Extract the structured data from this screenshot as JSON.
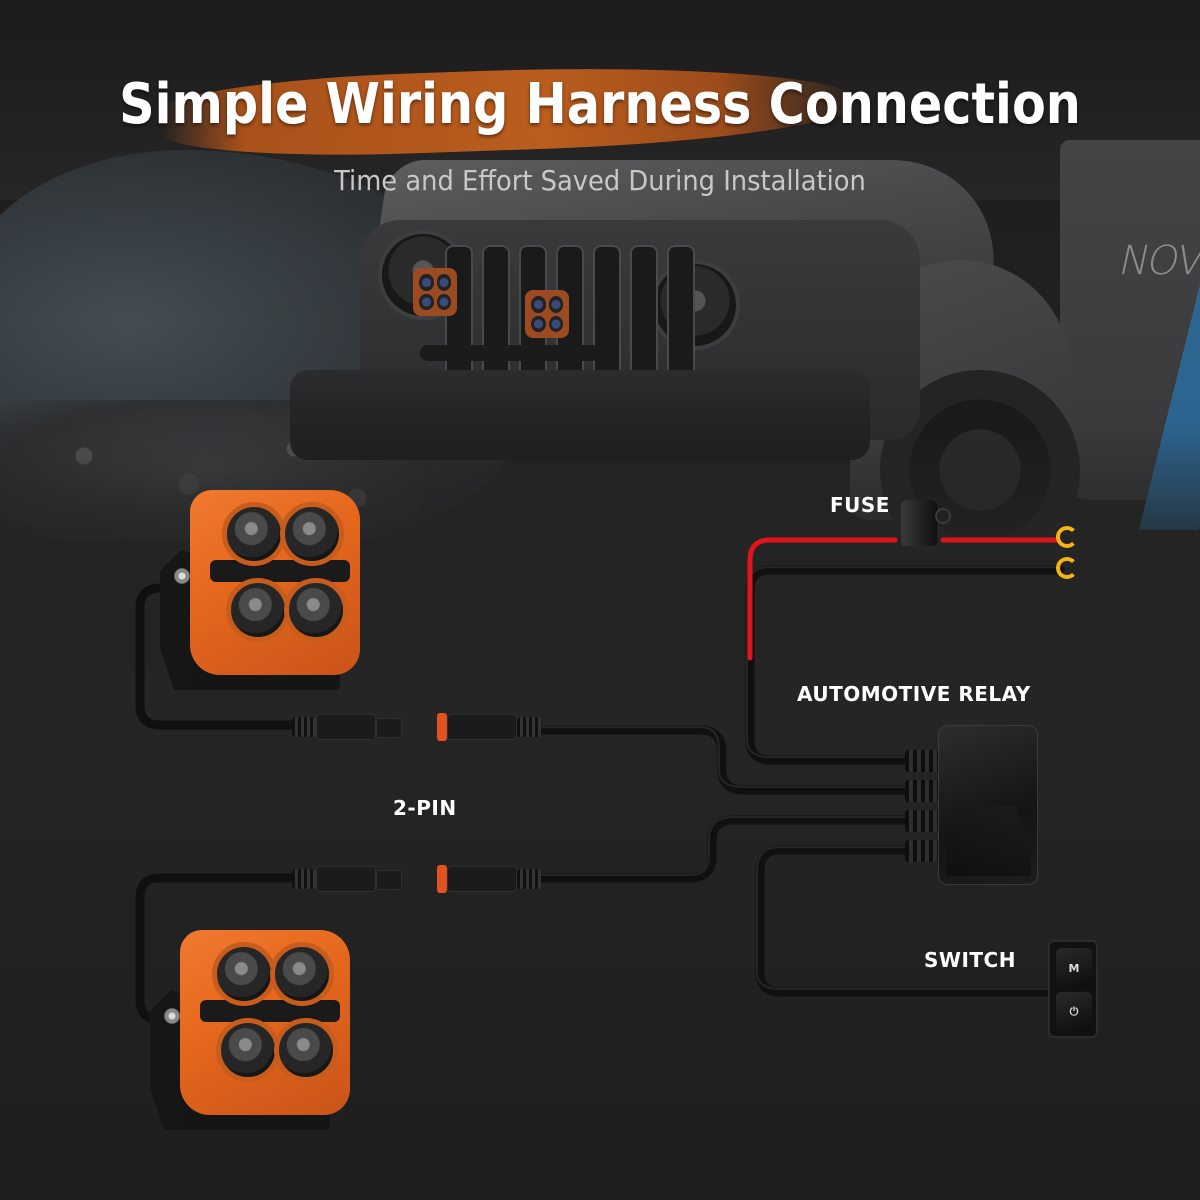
{
  "header": {
    "title": "Simple Wiring Harness Connection",
    "subtitle": "Time and Effort Saved During Installation"
  },
  "scene": {
    "vehicle_logo_text": "NOV",
    "background_colors": {
      "base": "#232323",
      "brush_accent": "#c7621e",
      "vehicle_accent": "#2a6da0"
    }
  },
  "diagram": {
    "labels": {
      "fuse": "FUSE",
      "relay": "AUTOMOTIVE RELAY",
      "connector": "2-PIN",
      "switch": "SWITCH"
    },
    "switch_buttons": {
      "top": "M",
      "bottom": "⏻"
    },
    "components": [
      {
        "id": "light-top",
        "type": "LED pod light",
        "color": "#e4661c"
      },
      {
        "id": "light-bottom",
        "type": "LED pod light",
        "color": "#e4661c"
      },
      {
        "id": "connector-top",
        "type": "2-pin connector pair"
      },
      {
        "id": "connector-bottom",
        "type": "2-pin connector pair"
      },
      {
        "id": "fuse",
        "type": "inline fuse holder"
      },
      {
        "id": "relay",
        "type": "automotive relay"
      },
      {
        "id": "switch",
        "type": "rocker switch"
      },
      {
        "id": "battery-terminals",
        "type": "ring terminals",
        "count": 2,
        "color": "#f2b515"
      }
    ],
    "wire_colors": {
      "power": "#e0141a",
      "ground": "#151515",
      "terminal": "#f2b515"
    }
  }
}
